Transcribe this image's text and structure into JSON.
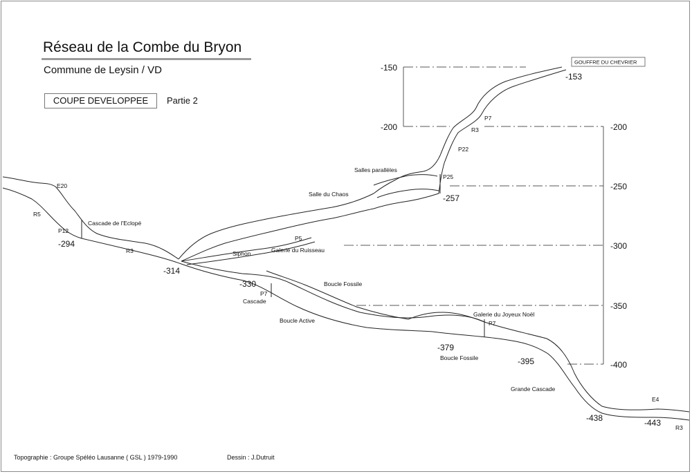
{
  "header": {
    "title": "Réseau de la Combe du Bryon",
    "subtitle": "Commune de Leysin / VD",
    "section_label": "COUPE DEVELOPPEE",
    "section_part": "Partie 2"
  },
  "scale_left": [
    "-150",
    "-200"
  ],
  "scale_right": [
    "-200",
    "-250",
    "-300",
    "-350",
    "-400"
  ],
  "depths": [
    "-153",
    "-257",
    "-294",
    "-314",
    "-330",
    "-379",
    "-395",
    "-438",
    "-443"
  ],
  "labels": {
    "gouffre": "GOUFFRE DU CHEVRIER",
    "p7_top": "P7",
    "r3_top": "R3",
    "p22": "P22",
    "salles_paralleles": "Salles parallèles",
    "p25": "P25",
    "salle_chaos": "Salle du Chaos",
    "e20": "E20",
    "r5": "R5",
    "cascade_eclope": "Cascade de l'Eclopé",
    "p12": "P12",
    "r3_left": "R3",
    "p5": "P5",
    "siphon": "Siphon",
    "galerie_ruisseau": "Galerie du Ruisseau",
    "boucle_fossile_1": "Boucle Fossile",
    "p7_cascade": "P7",
    "cascade": "Cascade",
    "boucle_active": "Boucle Active",
    "galerie_joyeux_noel": "Galerie du Joyeux Noël",
    "p7_joyeux": "P7",
    "boucle_fossile_2": "Boucle Fossile",
    "grande_cascade": "Grande Cascade",
    "e4": "E4",
    "r3_right": "R3"
  },
  "footer": {
    "topographie": "Topographie  :  Groupe Spéléo Lausanne  ( GSL )   1979-1990",
    "dessin": "Dessin  :  J.Dutruit"
  }
}
